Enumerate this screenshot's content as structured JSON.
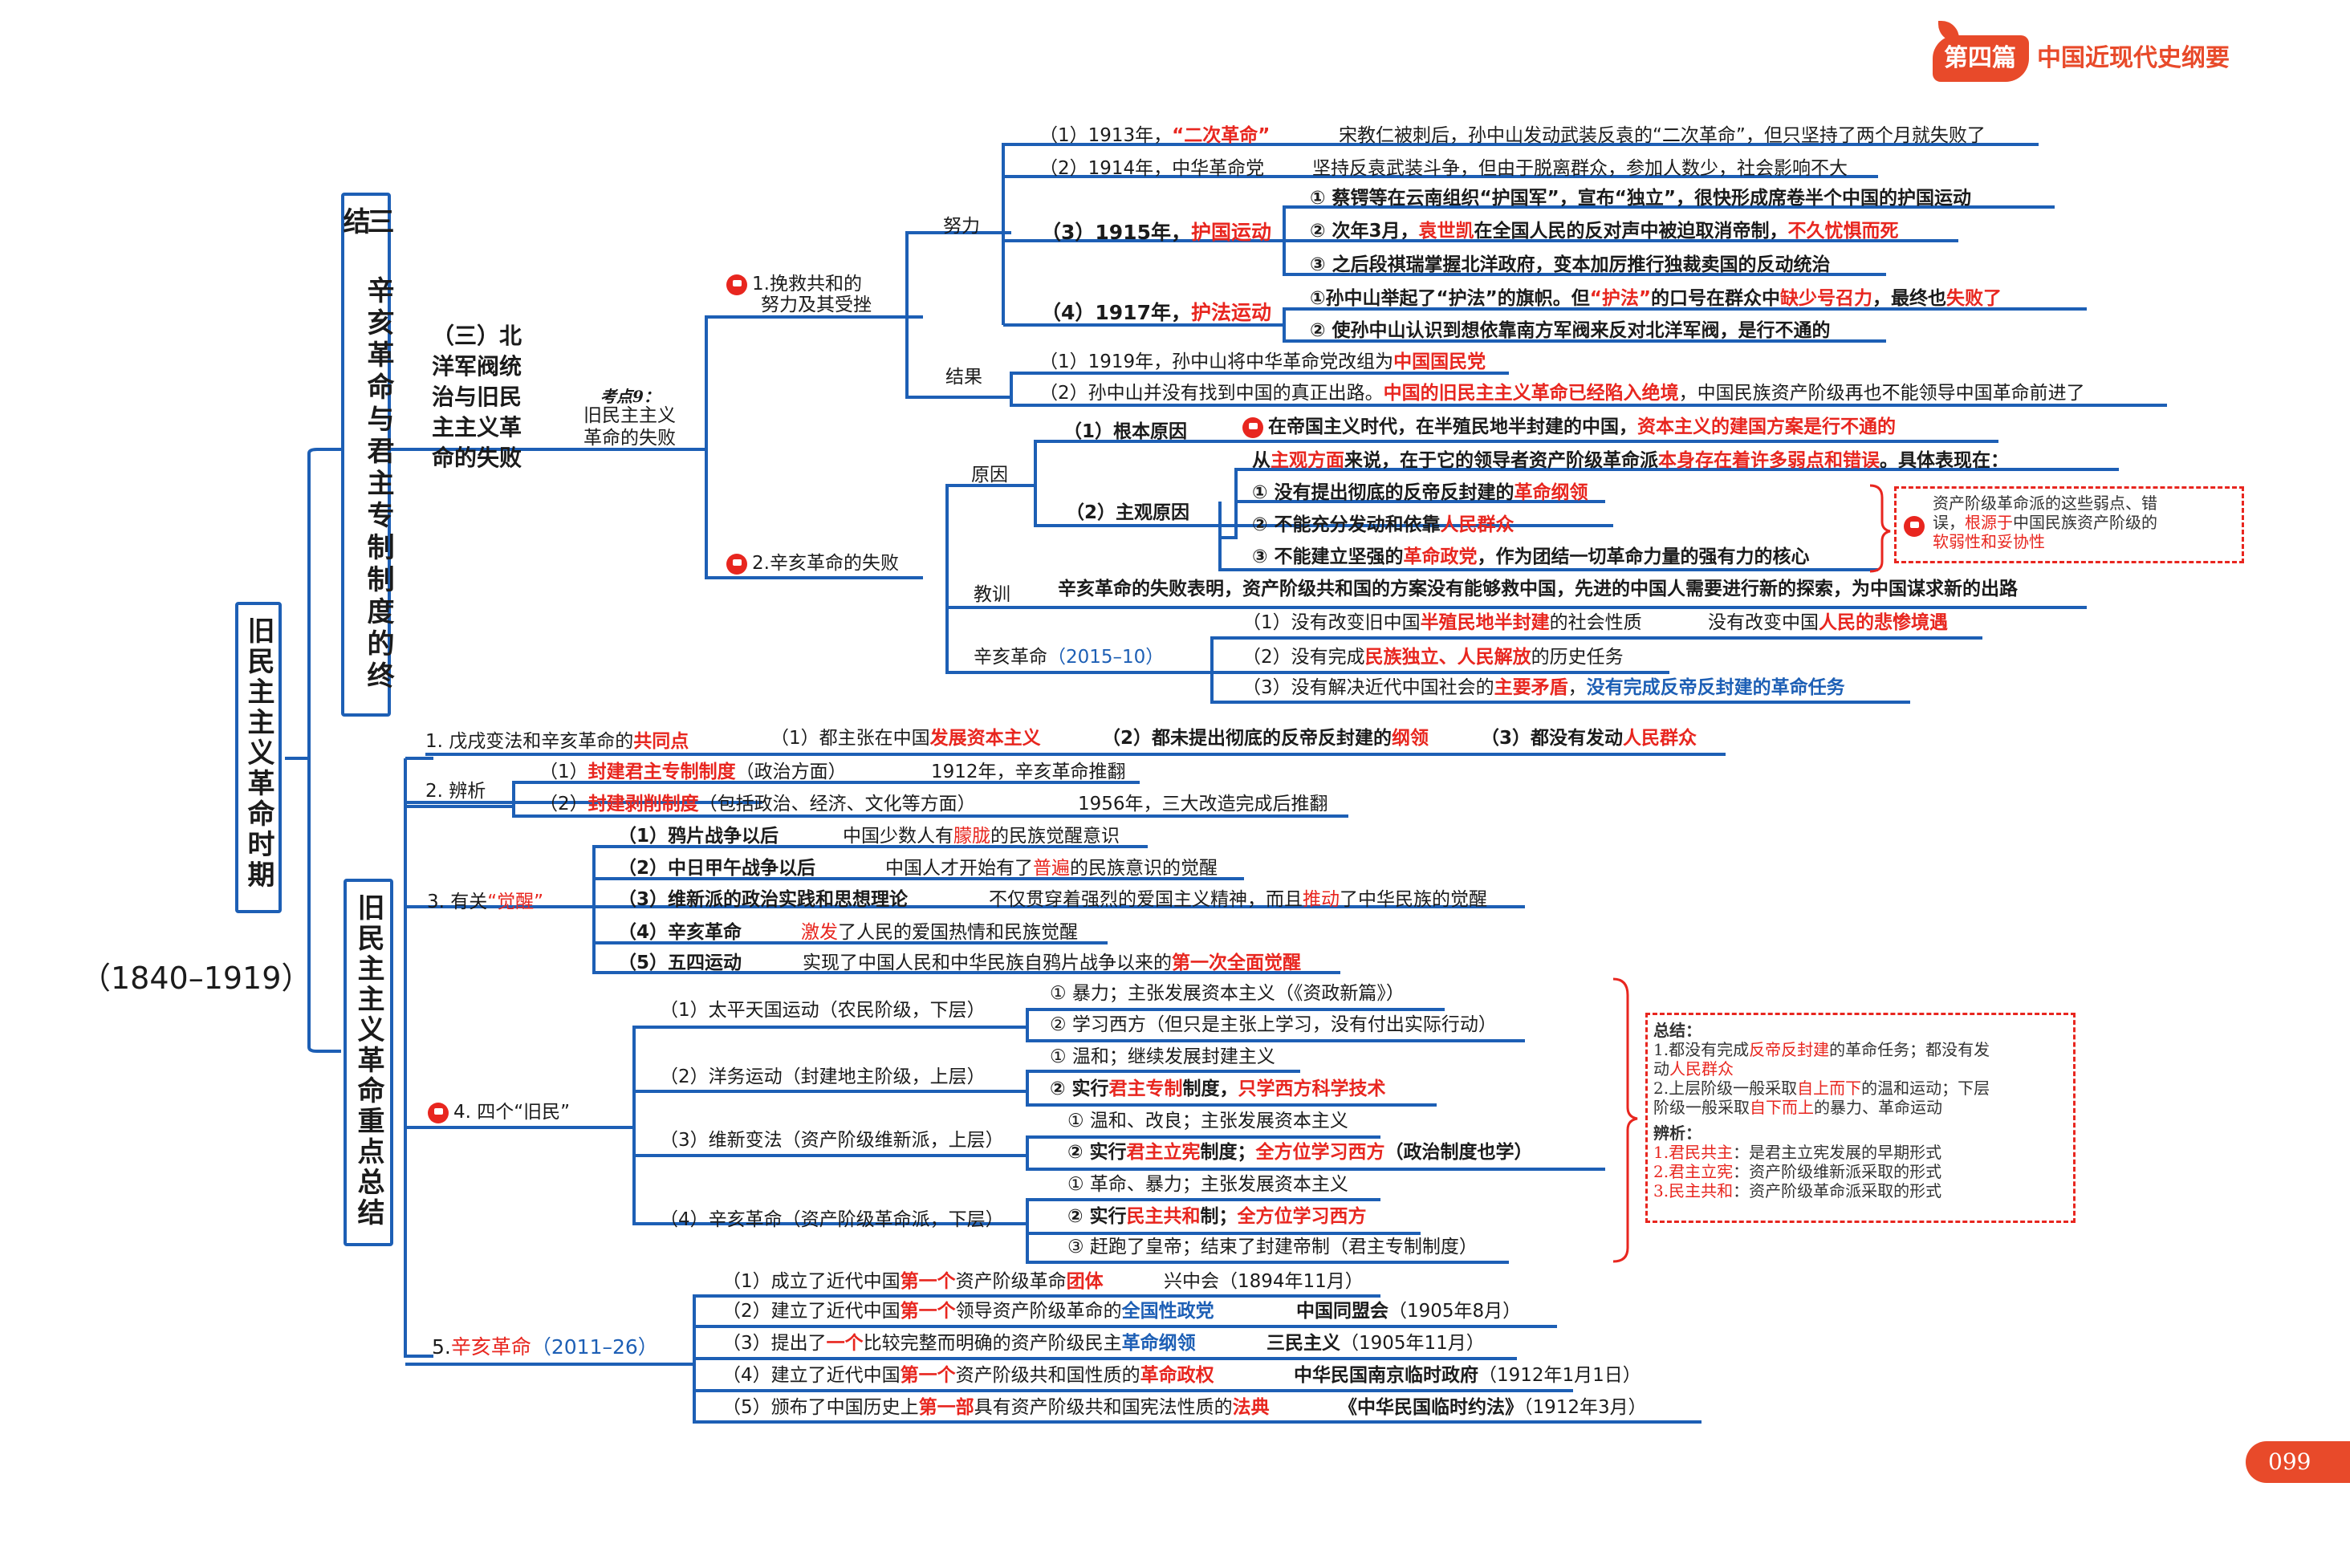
{
  "header": {
    "badge": "第四篇",
    "title": "中国近现代史纲要"
  },
  "page_number": "099",
  "period": "（1840–1919）",
  "root": "旧民主主义革命时期",
  "part3": {
    "box": "三 辛亥革命与君主专制制度的终结",
    "section": [
      "（三）北",
      "洋军阀统",
      "治与旧民",
      "主主义革",
      "命的失败"
    ],
    "kaodian": "考点9：",
    "kaodian_title": [
      "旧民主主义",
      "革命的失败"
    ],
    "n1": [
      "1.挽救共和的",
      "努力及其受挫"
    ],
    "nuli": "努力",
    "jieguo": "结果",
    "e1": {
      "a": "（1）1913年，",
      "b": "“二次革命”",
      "c": "宋教仁被刺后，孙中山发动武装反袁的“二次革命”，但只坚持了两个月就失败了"
    },
    "e2": {
      "a": "（2）1914年，中华革命党",
      "b": "坚持反袁武装斗争，但由于脱离群众，参加人数少，社会影响不大"
    },
    "e3": {
      "a": "（3）1915年，",
      "b": "护国运动"
    },
    "e3_1": "① 蔡锷等在云南组织“护国军”，宣布“独立”，很快形成席卷半个中国的护国运动",
    "e3_2": {
      "a": "② 次年3月，",
      "b": "袁世凯",
      "c": "在全国人民的反对声中被迫取消帝制，",
      "d": "不久忧惧而死"
    },
    "e3_3": "③ 之后段祺瑞掌握北洋政府，变本加厉推行独裁卖国的反动统治",
    "e4": {
      "a": "（4）1917年，",
      "b": "护法运动"
    },
    "e4_1": {
      "a": "①孙中山举起了“护法”的旗帜。但",
      "b": "“护法”",
      "c": "的口号在群众中",
      "d": "缺少号召力",
      "e": "，最终也",
      "f": "失败了"
    },
    "e4_2": "② 使孙中山认识到想依靠南方军阀来反对北洋军阀，是行不通的",
    "r1": {
      "a": "（1）1919年，孙中山将中华革命党改组为",
      "b": "中国国民党"
    },
    "r2": {
      "a": "（2）孙中山并没有找到中国的真正出路。",
      "b": "中国的旧民主主义革命已经陷入绝境",
      "c": "，中国民族资产阶级再也不能领导中国革命前进了"
    },
    "n2": "2.辛亥革命的失败",
    "yuanyin": "原因",
    "genben": "（1）根本原因",
    "genben_t": {
      "a": "在帝国主义时代，在半殖民地半封建的中国，",
      "b": "资本主义的建国方案是行不通的"
    },
    "zhuguan": "（2）主观原因",
    "zhuguan_t": {
      "a": "从",
      "b": "主观方面",
      "c": "来说，在于它的领导者资产阶级革命派",
      "d": "本身存在着许多弱点和错误",
      "e": "。具体表现在："
    },
    "z1": {
      "a": "① 没有提出彻底的反帝反封建的",
      "b": "革命纲领"
    },
    "z2": {
      "a": "② 不能充分发动和依靠",
      "b": "人民群众"
    },
    "z3": {
      "a": "③ 不能建立坚强的",
      "b": "革命政党",
      "c": "，作为团结一切革命力量的强有力的核心"
    },
    "note1": {
      "a": "资产阶级革命派的这些弱点、错",
      "b": "误，",
      "c": "根源于",
      "d": "中国民族资产阶级的",
      "e": "软弱性和妥协性"
    },
    "jiaoxun": "教训",
    "jiaoxun_t": "辛亥革命的失败表明，资产阶级共和国的方案没有能够救中国，先进的中国人需要进行新的探索，为中国谋求新的出路",
    "xinhai": {
      "a": "辛亥革命",
      "b": "（2015–10）"
    },
    "x1": {
      "a": "（1）没有改变旧中国",
      "b": "半殖民地半封建",
      "c": "的社会性质",
      "d": "没有改变中国",
      "e": "人民的悲惨境遇"
    },
    "x2": {
      "a": "（2）没有完成",
      "b": "民族独立、人民解放",
      "c": "的历史任务"
    },
    "x3": {
      "a": "（3）没有解决近代中国社会的",
      "b": "主要矛盾",
      "c": "，",
      "d": "没有完成反帝反封建的革命任务"
    }
  },
  "part_summary": {
    "box": "旧民主主义革命重点总结",
    "s1": {
      "a": "1. 戊戌变法和辛亥革命的",
      "b": "共同点",
      "c": "（1）都主张在中国",
      "d": "发展资本主义",
      "e": "（2）都未提出彻底的反帝反封建的",
      "f": "纲领",
      "g": "（3）都没有发动",
      "h": "人民群众"
    },
    "s2": "2. 辨析",
    "s2_1": {
      "a": "（1）",
      "b": "封建君主专制制度",
      "c": "（政治方面）",
      "d": "1912年，辛亥革命推翻"
    },
    "s2_2": {
      "a": "（2）",
      "b": "封建剥削制度",
      "c": "（包括政治、经济、文化等方面）",
      "d": "1956年，三大改造完成后推翻"
    },
    "s3": {
      "a": "3. 有关",
      "b": "“觉醒”"
    },
    "s3_1": {
      "a": "（1）鸦片战争以后",
      "b": "中国少数人有",
      "c": "朦胧",
      "d": "的民族觉醒意识"
    },
    "s3_2": {
      "a": "（2）中日甲午战争以后",
      "b": "中国人才开始有了",
      "c": "普遍",
      "d": "的民族意识的觉醒"
    },
    "s3_3": {
      "a": "（3）维新派的政治实践和思想理论",
      "b": "不仅贯穿着强烈的爱国主义精神，而且",
      "c": "推动",
      "d": "了中华民族的觉醒"
    },
    "s3_4": {
      "a": "（4）辛亥革命",
      "b": "激发",
      "c": "了人民的爱国热情和民族觉醒"
    },
    "s3_5": {
      "a": "（5）五四运动",
      "b": "实现了中国人民和中华民族自鸦片战争以来的",
      "c": "第一次全面觉醒"
    },
    "s4": "4. 四个“旧民”",
    "s4_1": "（1）太平天国运动（农民阶级，下层）",
    "s4_1a": "① 暴力；主张发展资本主义（《资政新篇》）",
    "s4_1b": "② 学习西方（但只是主张上学习，没有付出实际行动）",
    "s4_2": "（2）洋务运动（封建地主阶级，上层）",
    "s4_2a": "① 温和；继续发展封建主义",
    "s4_2b": {
      "a": "② 实行",
      "b": "君主专制",
      "c": "制度，",
      "d": "只学西方科学技术"
    },
    "s4_3": "（3）维新变法（资产阶级维新派，上层）",
    "s4_3a": "① 温和、改良；主张发展资本主义",
    "s4_3b": {
      "a": "② 实行",
      "b": "君主立宪",
      "c": "制度；",
      "d": "全方位学习西方",
      "e": "（政治制度也学）"
    },
    "s4_4": "（4）辛亥革命（资产阶级革命派，下层）",
    "s4_4a": "① 革命、暴力；主张发展资本主义",
    "s4_4b": {
      "a": "② 实行",
      "b": "民主共和",
      "c": "制；",
      "d": "全方位学习西方"
    },
    "s4_4c": "③ 赶跑了皇帝；结束了封建帝制（君主专制制度）",
    "note2": {
      "t1": "总结：",
      "l1": {
        "a": "1.都没有完成",
        "b": "反帝反封建",
        "c": "的革命任务；都没有发"
      },
      "l2": {
        "a": "动",
        "b": "人民群众"
      },
      "l3": {
        "a": "2.上层阶级一般采取",
        "b": "自上而下",
        "c": "的温和运动；下层"
      },
      "l4": {
        "a": "阶级一般采取",
        "b": "自下而上",
        "c": "的暴力、革命运动"
      },
      "t2": "辨析：",
      "l5": {
        "a": "1.君民共主",
        "b": "：是君主立宪发展的早期形式"
      },
      "l6": {
        "a": "2.君主立宪",
        "b": "：资产阶级维新派采取的形式"
      },
      "l7": {
        "a": "3.民主共和",
        "b": "：资产阶级革命派采取的形式"
      }
    },
    "s5": {
      "a": "5.",
      "b": "辛亥革命",
      "c": "（2011–26）"
    },
    "s5_1": {
      "a": "（1）成立了近代中国",
      "b": "第一个",
      "c": "资产阶级革命",
      "d": "团体",
      "e": "兴中会（1894年11月）"
    },
    "s5_2": {
      "a": "（2）建立了近代中国",
      "b": "第一个",
      "c": "领导资产阶级革命的",
      "d": "全国性政党",
      "e": "中国同盟会",
      "f": "（1905年8月）"
    },
    "s5_3": {
      "a": "（3）提出了",
      "b": "一个",
      "c": "比较完整而明确的资产阶级民主",
      "d": "革命纲领",
      "e": "三民主义",
      "f": "（1905年11月）"
    },
    "s5_4": {
      "a": "（4）建立了近代中国",
      "b": "第一个",
      "c": "资产阶级共和国性质的",
      "d": "革命政权",
      "e": "中华民国南京临时政府",
      "f": "（1912年1月1日）"
    },
    "s5_5": {
      "a": "（5）颁布了中国历史上",
      "b": "第一部",
      "c": "具有资产阶级共和国宪法性质的",
      "d": "法典",
      "e": "《中华民国临时约法》",
      "f": "（1912年3月）"
    }
  },
  "colors": {
    "line": "#1d5fb5",
    "accent": "#e8261f",
    "header": "#e84a2a"
  }
}
